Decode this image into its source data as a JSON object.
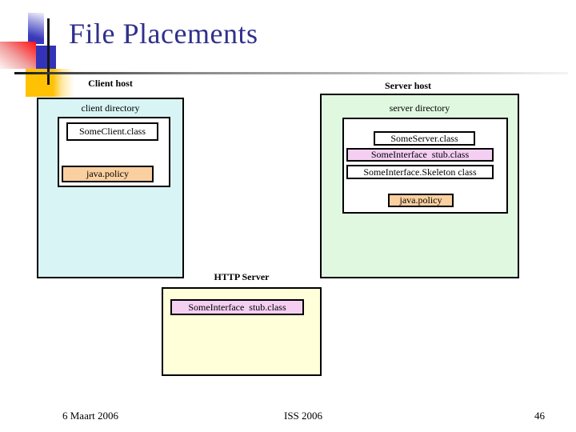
{
  "title": "File Placements",
  "client": {
    "host_label": "Client host",
    "directory_label": "client directory",
    "class_file": "SomeClient.class",
    "policy_file": "java.policy"
  },
  "server": {
    "host_label": "Server host",
    "directory_label": "server directory",
    "class_file": "SomeServer.class",
    "stub_file": "SomeInterface  stub.class",
    "skeleton_file": "SomeInterface.Skeleton class",
    "policy_file": "java.policy"
  },
  "http": {
    "host_label": "HTTP Server",
    "stub_file": "SomeInterface  stub.class"
  },
  "footer": {
    "date": "6 Maart 2006",
    "course": "ISS 2006",
    "page_number": "46"
  },
  "colors": {
    "title_text": "#30308C",
    "client_host_fill": "#D8F4F4",
    "server_host_fill": "#E0F8E0",
    "http_host_fill": "#FFFFD9",
    "stub_fill": "#F5CFF2",
    "policy_fill": "#FAD0A0",
    "box_border": "#000000",
    "decor_blue": "#3333B9",
    "decor_red": "#FF0F0F",
    "decor_gold": "#FFC103"
  }
}
